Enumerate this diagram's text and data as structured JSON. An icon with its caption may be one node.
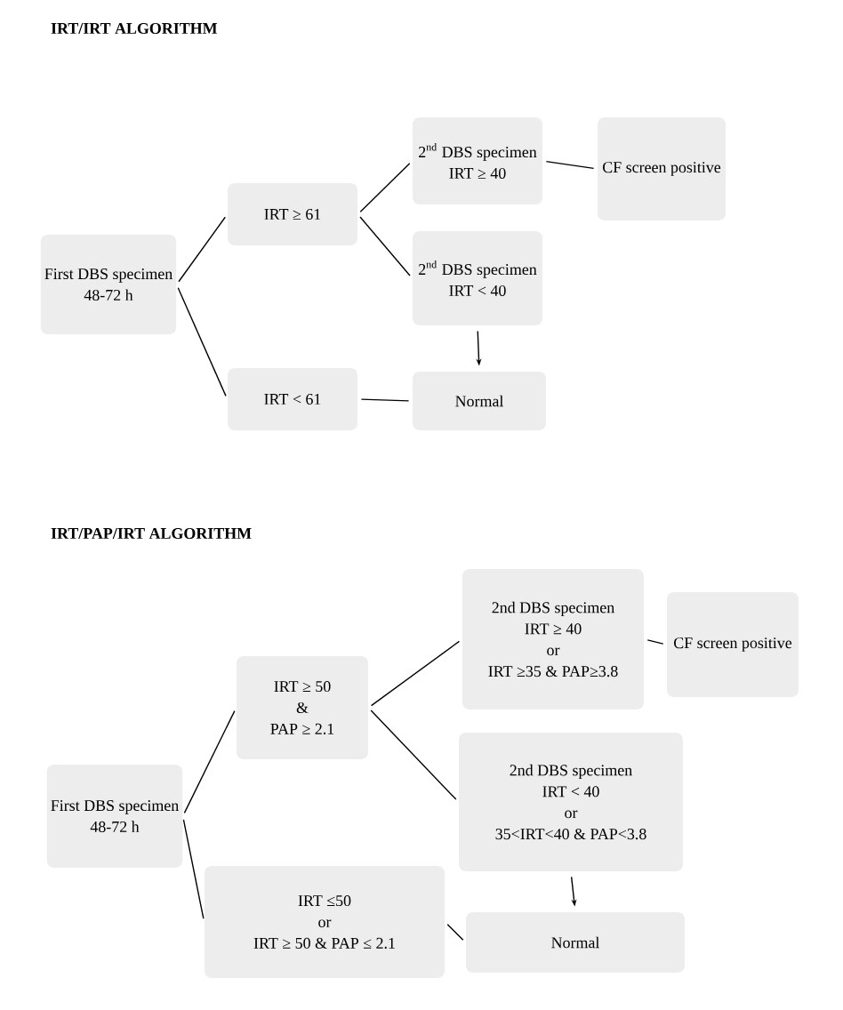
{
  "diagram": {
    "title": "IRT/IRT ALGORITHM",
    "nodes": [
      {
        "text": [
          "First DBS specimen",
          "48-72 h"
        ]
      },
      {
        "text": [
          "IRT ≥ 61"
        ]
      },
      {
        "text": [
          "2$^{nd}$ DBS specimen",
          "IRT ≥ 40"
        ]
      },
      {
        "text": [
          "CF screen positive"
        ]
      },
      {
        "text": [
          "2$^{nd}$ DBS specimen",
          "IRT < 40"
        ]
      },
      {
        "text": [
          "IRT < 61"
        ]
      },
      {
        "text": [
          "Normal"
        ]
      },
      {
        "text": [
          "First DBS specimen",
          "48-72 h"
        ]
      },
      {
        "text": [
          "IRT ≥ 50",
          "&",
          "PAP ≥ 2.1"
        ]
      },
      {
        "text": [
          "2nd DBS specimen",
          "IRT ≥ 40",
          "or",
          "IRT ≥35 & PAP≥3.8"
        ]
      },
      {
        "text": [
          "CF screen positive"
        ]
      },
      {
        "text": [
          "2nd DBS specimen",
          "IRT < 40",
          "or",
          "35<IRT<40 & PAP<3.8"
        ]
      },
      {
        "text": [
          "IRT ≤50",
          "or",
          "IRT ≥ 50 & PAP ≤ 2.1"
        ]
      },
      {
        "text": [
          "Normal"
        ]
      }
    ],
    "edges": [
      {
        "from": 0,
        "to": 1,
        "arrow": "none"
      },
      {
        "from": 0,
        "to": 5,
        "arrow": "none"
      },
      {
        "from": 1,
        "to": 2,
        "arrow": "none"
      },
      {
        "from": 1,
        "to": 4,
        "arrow": "none"
      },
      {
        "from": 2,
        "to": 3,
        "arrow": "none"
      },
      {
        "from": 4,
        "to": 6,
        "arrow": "to"
      },
      {
        "from": 5,
        "to": 6,
        "arrow": "none"
      },
      {
        "from": 7,
        "to": 8,
        "arrow": "none"
      },
      {
        "from": 7,
        "to": 12,
        "arrow": "none"
      },
      {
        "from": 8,
        "to": 9,
        "arrow": "none"
      },
      {
        "from": 8,
        "to": 11,
        "arrow": "none"
      },
      {
        "from": 9,
        "to": 10,
        "arrow": "none"
      },
      {
        "from": 11,
        "to": 13,
        "arrow": "to"
      },
      {
        "from": 12,
        "to": 13,
        "arrow": "none"
      }
    ],
    "labels": [
      "IRT/PAP/IRT ALGORITHM"
    ]
  }
}
